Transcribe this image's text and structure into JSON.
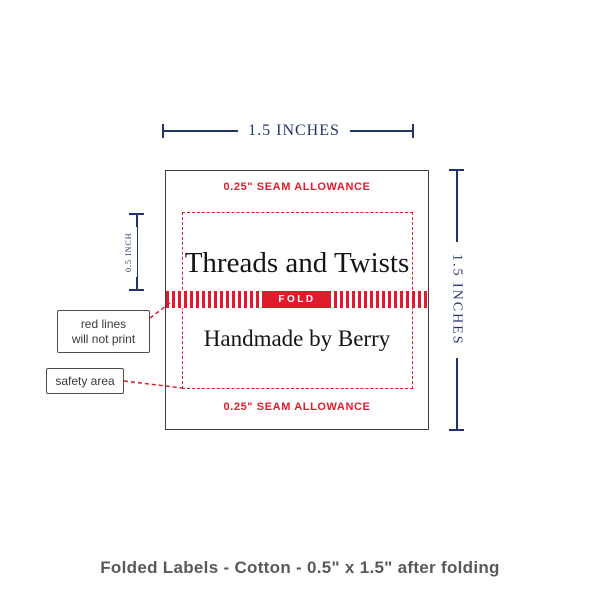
{
  "dimensions": {
    "width_label": "1.5 INCHES",
    "height_label": "1.5 INCHES",
    "fold_height_label": "0.5 INCH"
  },
  "label": {
    "seam_allowance_top": "0.25\" SEAM ALLOWANCE",
    "seam_allowance_bottom": "0.25\" SEAM ALLOWANCE",
    "text_line1": "Threads and Twists",
    "fold_label": "FOLD",
    "text_line2": "Handmade by Berry"
  },
  "callouts": {
    "red_lines_line1": "red lines",
    "red_lines_line2": "will not print",
    "safety_area": "safety area"
  },
  "caption": "Folded Labels - Cotton - 0.5\" x 1.5\" after folding",
  "colors": {
    "navy": "#22356b",
    "red": "#e11b2c",
    "caption_gray": "#58595b"
  }
}
